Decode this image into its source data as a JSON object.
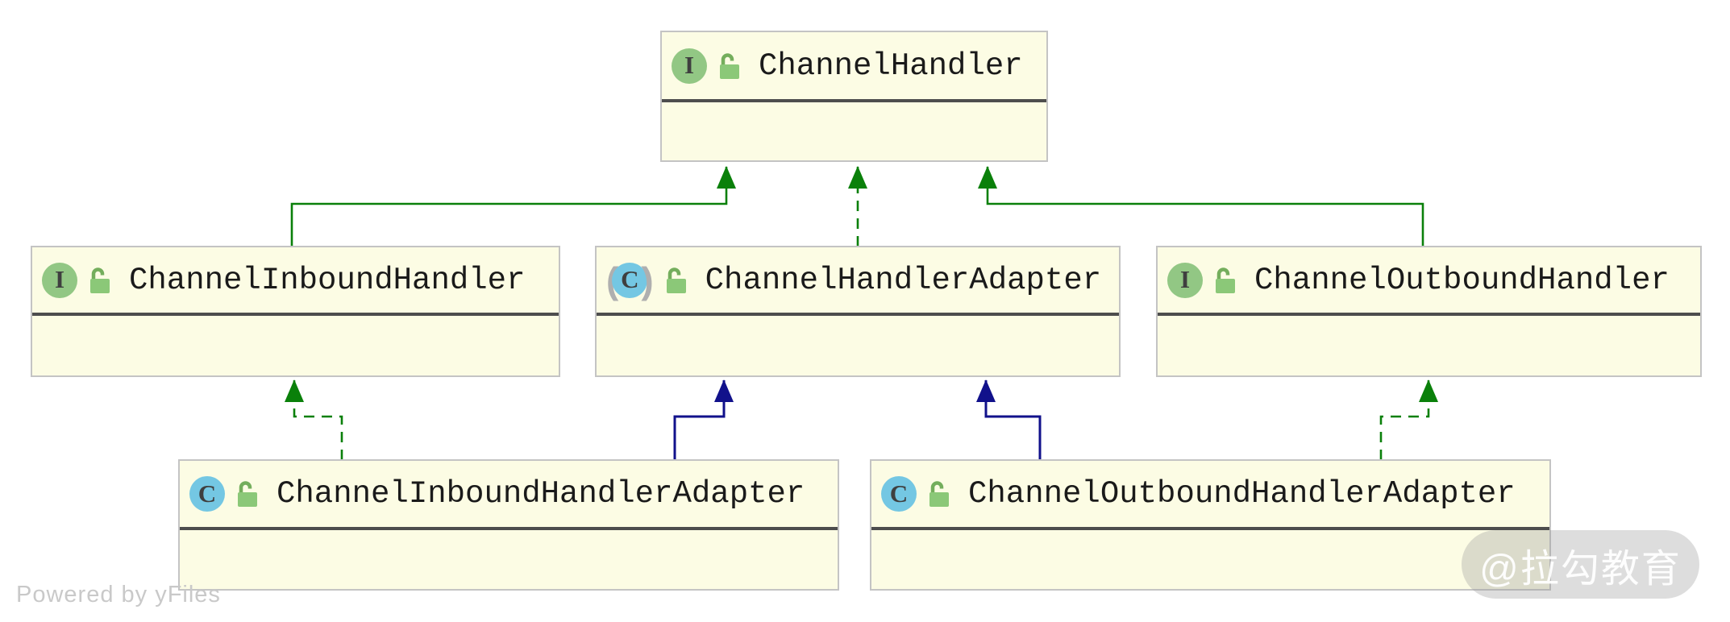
{
  "colors": {
    "canvas_bg": "#FFFFFF",
    "node_fill": "#FCFCE4",
    "node_border": "#C4C4C4",
    "divider": "#4D4D4D",
    "interface_edge_green": "#0A800A",
    "class_edge_navy": "#11118B",
    "interface_badge_green": "#92C784",
    "class_badge_cyan": "#74C7E3",
    "lock_green": "#8BC878",
    "lock_shackle_green": "#74AE5C",
    "badge_letter": "#3F3F3F",
    "label_text": "#1A1A1A",
    "watermark_gray": "#C9C9C9"
  },
  "nodes": [
    {
      "id": "ChannelHandler",
      "label": "ChannelHandler",
      "kind": "interface",
      "badge_letter": "I"
    },
    {
      "id": "ChannelInboundHandler",
      "label": "ChannelInboundHandler",
      "kind": "interface",
      "badge_letter": "I"
    },
    {
      "id": "ChannelHandlerAdapter",
      "label": "ChannelHandlerAdapter",
      "kind": "abstract-class",
      "badge_letter": "C"
    },
    {
      "id": "ChannelOutboundHandler",
      "label": "ChannelOutboundHandler",
      "kind": "interface",
      "badge_letter": "I"
    },
    {
      "id": "ChannelInboundHandlerAdapter",
      "label": "ChannelInboundHandlerAdapter",
      "kind": "class",
      "badge_letter": "C"
    },
    {
      "id": "ChannelOutboundHandlerAdapter",
      "label": "ChannelOutboundHandlerAdapter",
      "kind": "class",
      "badge_letter": "C"
    }
  ],
  "edges": [
    {
      "from": "ChannelInboundHandler",
      "to": "ChannelHandler",
      "type": "extends",
      "line": "solid",
      "color": "green"
    },
    {
      "from": "ChannelHandlerAdapter",
      "to": "ChannelHandler",
      "type": "implements",
      "line": "dashed",
      "color": "green"
    },
    {
      "from": "ChannelOutboundHandler",
      "to": "ChannelHandler",
      "type": "extends",
      "line": "solid",
      "color": "green"
    },
    {
      "from": "ChannelInboundHandlerAdapter",
      "to": "ChannelInboundHandler",
      "type": "implements",
      "line": "dashed",
      "color": "green"
    },
    {
      "from": "ChannelInboundHandlerAdapter",
      "to": "ChannelHandlerAdapter",
      "type": "extends",
      "line": "solid",
      "color": "navy"
    },
    {
      "from": "ChannelOutboundHandlerAdapter",
      "to": "ChannelHandlerAdapter",
      "type": "extends",
      "line": "solid",
      "color": "navy"
    },
    {
      "from": "ChannelOutboundHandlerAdapter",
      "to": "ChannelOutboundHandler",
      "type": "implements",
      "line": "dashed",
      "color": "green"
    }
  ],
  "watermarks": {
    "yfiles": "Powered by yFiles",
    "brand": "@拉勾教育"
  }
}
